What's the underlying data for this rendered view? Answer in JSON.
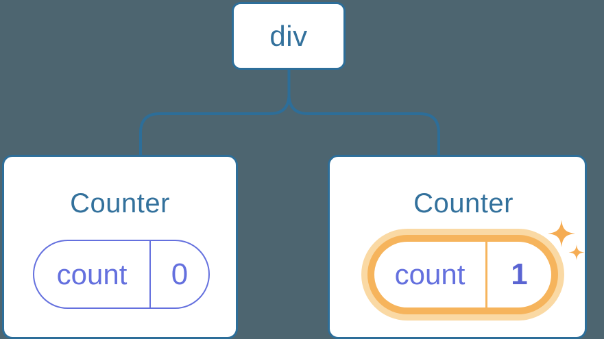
{
  "diagram": {
    "description": "Component tree: a div root element with two Counter children, each holding a count state pill",
    "root": {
      "label": "div"
    },
    "children": [
      {
        "title": "Counter",
        "state": {
          "name": "count",
          "value": "0"
        },
        "highlighted": false
      },
      {
        "title": "Counter",
        "state": {
          "name": "count",
          "value": "1"
        },
        "highlighted": true
      }
    ]
  },
  "colors": {
    "background": "#4D6570",
    "node_fill": "#FFFFFF",
    "node_border": "#2D6E99",
    "connector": "#2D6E99",
    "node_text": "#33719C",
    "state_purple": "#6470DE",
    "state_value_highlight": "#5A64D2",
    "highlight_ring": "#F6B45C",
    "highlight_halo": "#FAD9A4",
    "sparkle": "#F5AC53"
  }
}
